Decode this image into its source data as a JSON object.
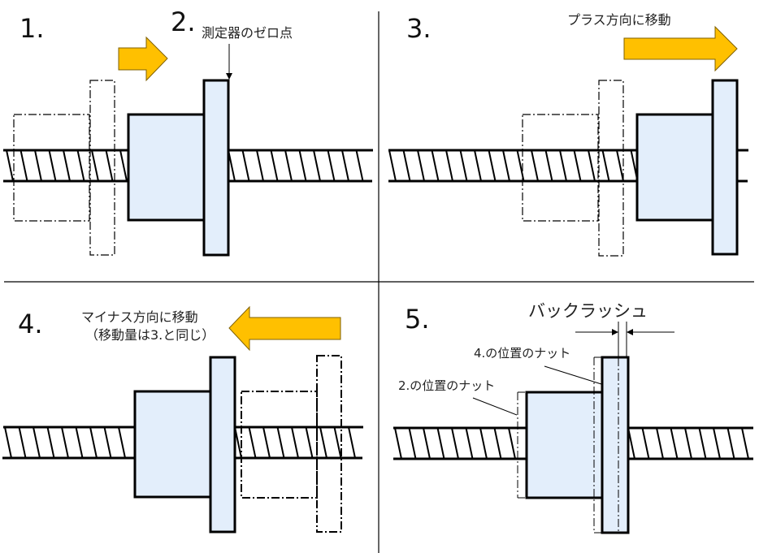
{
  "title": "ボールねじのバックラッシ測定手順",
  "colors": {
    "arrow_fill": "#ffc000",
    "arrow_stroke": "#7f6000",
    "nut_fill": "#e3eefb",
    "line": "#000000"
  },
  "panels": [
    {
      "id": "panel-1-2",
      "steps": [
        "1.",
        "2."
      ],
      "annotation": "測定器のゼロ点",
      "arrow_direction": "right"
    },
    {
      "id": "panel-3",
      "steps": [
        "3."
      ],
      "annotation": "プラス方向に移動",
      "arrow_direction": "right"
    },
    {
      "id": "panel-4",
      "steps": [
        "4."
      ],
      "annotation": "マイナス方向に移動",
      "annotation_sub": "（移動量は3.と同じ）",
      "arrow_direction": "left"
    },
    {
      "id": "panel-5",
      "steps": [
        "5."
      ],
      "annotation": "バックラッシュ",
      "callouts": [
        "4.の位置のナット",
        "2.の位置のナット"
      ]
    }
  ]
}
